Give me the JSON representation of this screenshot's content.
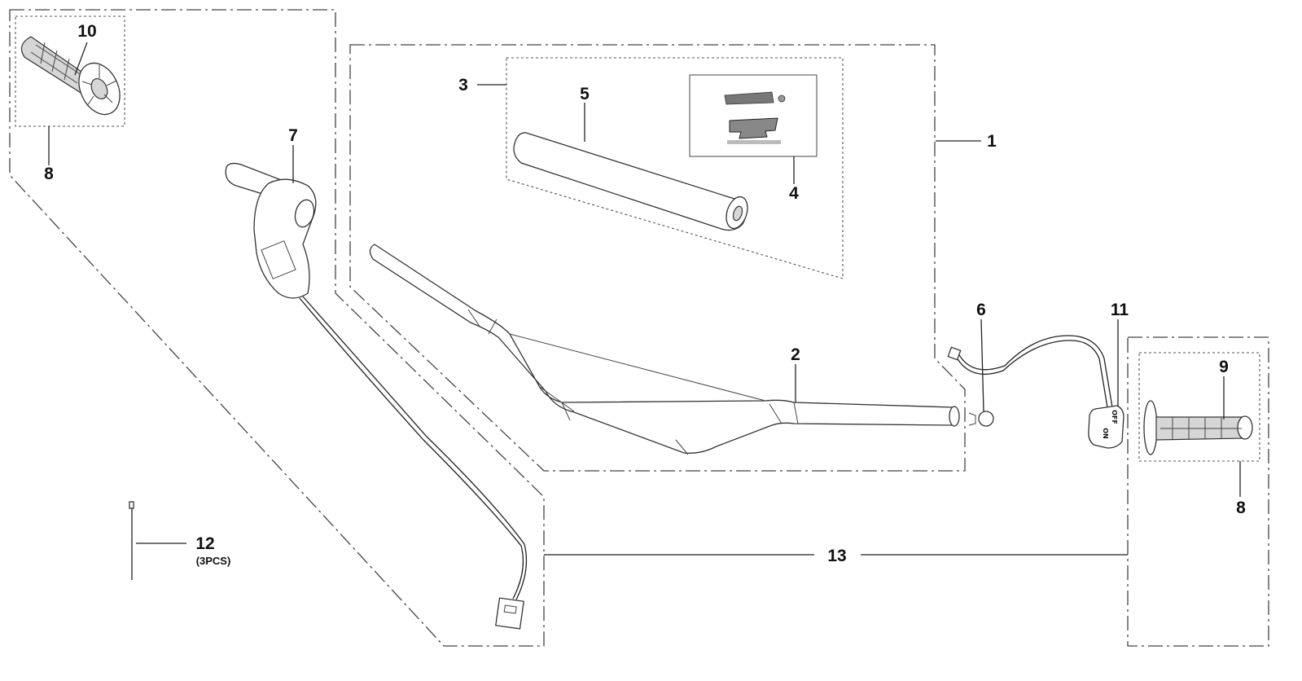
{
  "callouts": {
    "c1": "1",
    "c2": "2",
    "c3": "3",
    "c4": "4",
    "c5": "5",
    "c6": "6",
    "c7": "7",
    "c8_left": "8",
    "c8_right": "8",
    "c9": "9",
    "c10": "10",
    "c11": "11",
    "c12": "12",
    "c12_qty": "(3PCS)",
    "c13": "13"
  },
  "switch_labels": {
    "off": "OFF",
    "on": "ON"
  },
  "colors": {
    "line": "#333333",
    "text": "#111111",
    "background": "#ffffff"
  }
}
